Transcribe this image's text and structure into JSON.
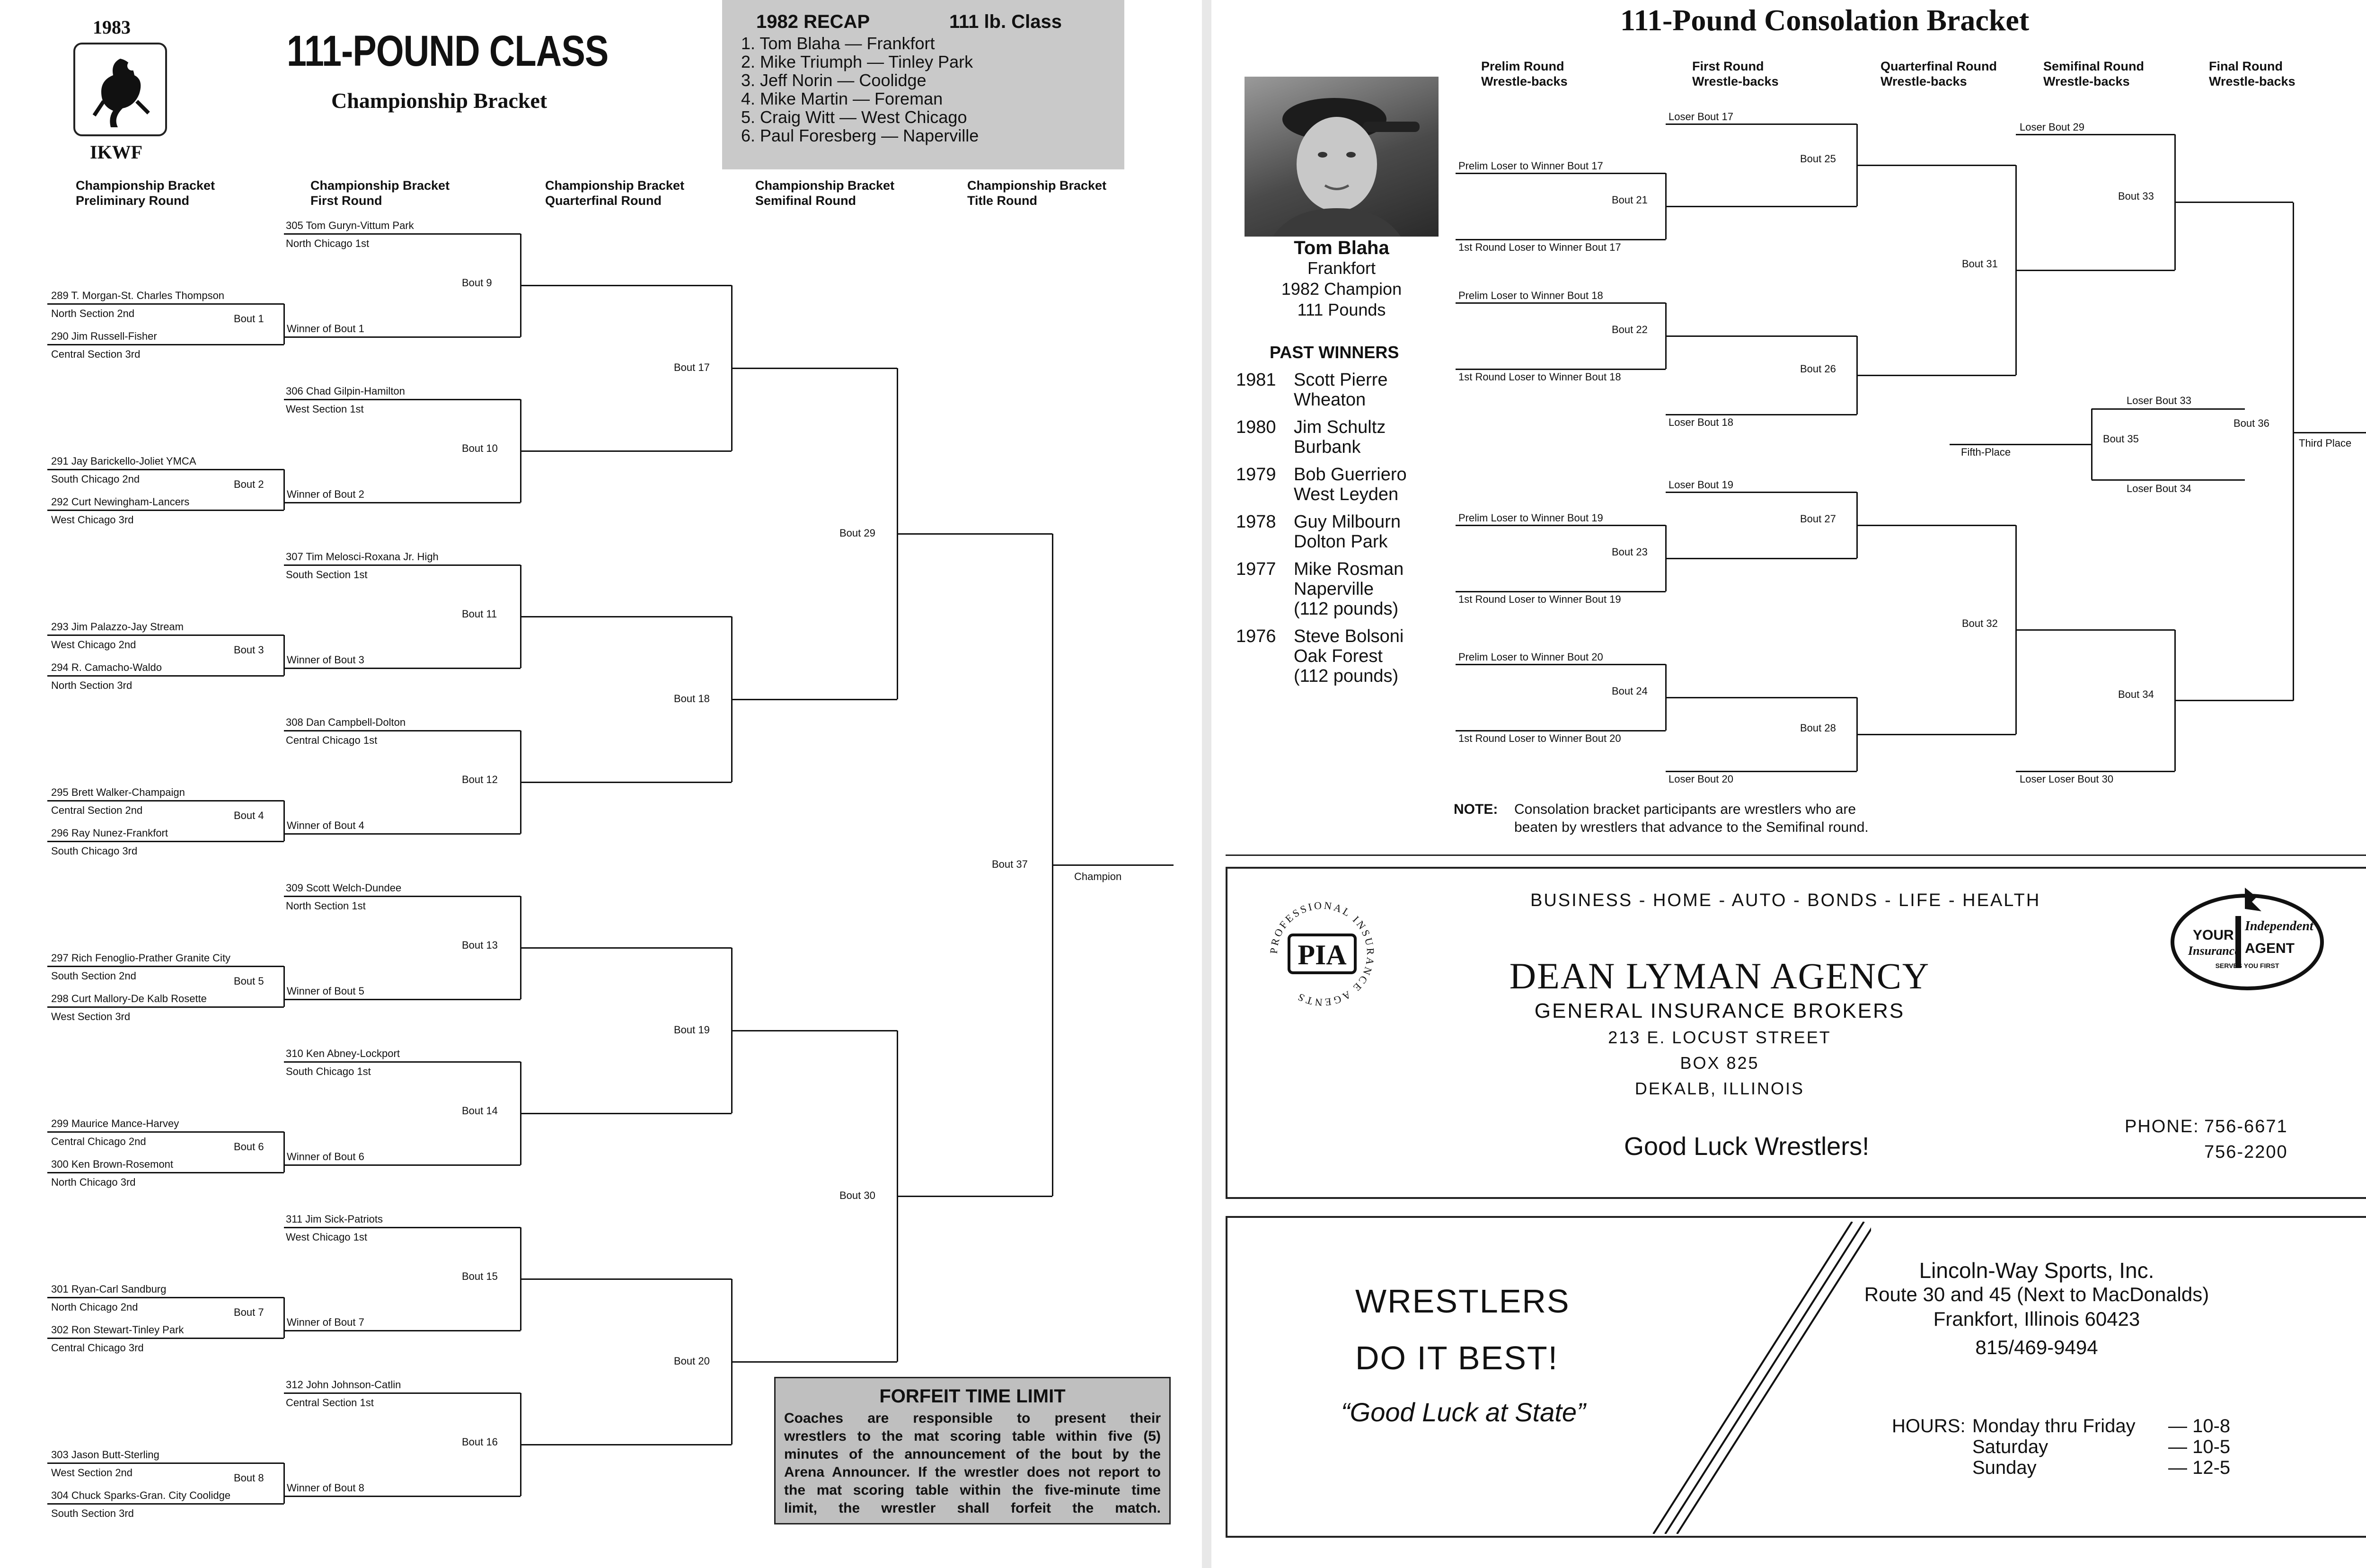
{
  "left": {
    "year": "1983",
    "org": "IKWF",
    "title": "111-POUND CLASS",
    "subtitle": "Championship Bracket",
    "recap": {
      "header_left": "1982 RECAP",
      "header_right": "111 lb. Class",
      "entries": [
        "1.  Tom Blaha — Frankfort",
        "2.  Mike Triumph — Tinley Park",
        "3.  Jeff Norin — Coolidge",
        "4.  Mike Martin — Foreman",
        "5.  Craig Witt — West Chicago",
        "6.  Paul Foresberg — Naperville"
      ]
    },
    "round_headers": [
      "Championship Bracket\nPreliminary Round",
      "Championship Bracket\nFirst Round",
      "Championship Bracket\nQuarterfinal Round",
      "Championship Bracket\nSemifinal Round",
      "Championship Bracket\nTitle Round"
    ],
    "groups": [
      {
        "top_name": "305 Tom Guryn-Vittum Park",
        "top_sec": "North Chicago 1st",
        "bout": "Bout  9",
        "p1_name": "289 T. Morgan-St. Charles Thompson",
        "p1_sec": "North Section 2nd",
        "p2_name": "290 Jim Russell-Fisher",
        "p2_sec": "Central Section 3rd",
        "prelim": "Bout 1",
        "winner": "Winner of Bout 1"
      },
      {
        "top_name": "306 Chad Gilpin-Hamilton",
        "top_sec": "West Section 1st",
        "bout": "Bout 10",
        "p1_name": "291 Jay Barickello-Joliet YMCA",
        "p1_sec": "South Chicago 2nd",
        "p2_name": "292 Curt Newingham-Lancers",
        "p2_sec": "West Chicago 3rd",
        "prelim": "Bout 2",
        "winner": "Winner of Bout 2"
      },
      {
        "top_name": "307 Tim Melosci-Roxana Jr. High",
        "top_sec": "South Section 1st",
        "bout": "Bout 11",
        "p1_name": "293 Jim Palazzo-Jay Stream",
        "p1_sec": "West Chicago 2nd",
        "p2_name": "294 R. Camacho-Waldo",
        "p2_sec": "North Section 3rd",
        "prelim": "Bout 3",
        "winner": "Winner of Bout 3"
      },
      {
        "top_name": "308 Dan Campbell-Dolton",
        "top_sec": "Central Chicago 1st",
        "bout": "Bout 12",
        "p1_name": "295 Brett Walker-Champaign",
        "p1_sec": "Central Section 2nd",
        "p2_name": "296 Ray Nunez-Frankfort",
        "p2_sec": "South Chicago 3rd",
        "prelim": "Bout 4",
        "winner": "Winner of Bout 4"
      },
      {
        "top_name": "309 Scott Welch-Dundee",
        "top_sec": "North Section 1st",
        "bout": "Bout 13",
        "p1_name": "297 Rich Fenoglio-Prather Granite City",
        "p1_sec": "South Section 2nd",
        "p2_name": "298 Curt Mallory-De Kalb Rosette",
        "p2_sec": "West Section 3rd",
        "prelim": "Bout 5",
        "winner": "Winner of Bout 5"
      },
      {
        "top_name": "310 Ken Abney-Lockport",
        "top_sec": "South Chicago 1st",
        "bout": "Bout 14",
        "p1_name": "299 Maurice Mance-Harvey",
        "p1_sec": "Central Chicago 2nd",
        "p2_name": "300 Ken Brown-Rosemont",
        "p2_sec": "North Chicago 3rd",
        "prelim": "Bout 6",
        "winner": "Winner of Bout 6"
      },
      {
        "top_name": "311 Jim Sick-Patriots",
        "top_sec": "West Chicago 1st",
        "bout": "Bout 15",
        "p1_name": "301 Ryan-Carl Sandburg",
        "p1_sec": "North Chicago 2nd",
        "p2_name": "302 Ron Stewart-Tinley Park",
        "p2_sec": "Central Chicago 3rd",
        "prelim": "Bout 7",
        "winner": "Winner of Bout 7"
      },
      {
        "top_name": "312 John Johnson-Catlin",
        "top_sec": "Central Section 1st",
        "bout": "Bout 16",
        "p1_name": "303 Jason Butt-Sterling",
        "p1_sec": "West Section 2nd",
        "p2_name": "304 Chuck Sparks-Gran. City Coolidge",
        "p2_sec": "South Section 3rd",
        "prelim": "Bout 8",
        "winner": "Winner of Bout 8"
      }
    ],
    "qf_bouts": [
      "Bout 17",
      "Bout 18",
      "Bout 19",
      "Bout 20"
    ],
    "sf_bouts": [
      "Bout 29",
      "Bout 30"
    ],
    "final_bout": "Bout 37",
    "champion": "Champion",
    "forfeit": {
      "title": "FORFEIT TIME LIMIT",
      "lines": [
        "Coaches are responsible to present their",
        "wrestlers to the mat scoring table within five (5)",
        "minutes of the announcement of the bout by the",
        "Arena Announcer. If the wrestler does not report to",
        "the mat scoring table within the five-minute time",
        "limit, the wrestler shall forfeit the match."
      ]
    }
  },
  "right": {
    "title": "111-Pound Consolation Bracket",
    "round_headers": [
      "Prelim Round\nWrestle-backs",
      "First Round\nWrestle-backs",
      "Quarterfinal Round\nWrestle-backs",
      "Semifinal Round\nWrestle-backs",
      "Final Round\nWrestle-backs"
    ],
    "prelim_groups": [
      {
        "a": "Prelim Loser to Winner Bout 17",
        "bout": "Bout 21",
        "b": "1st Round Loser to Winner Bout 17"
      },
      {
        "a": "Prelim Loser to Winner Bout 18",
        "bout": "Bout 22",
        "b": "1st Round Loser to Winner Bout 18"
      },
      {
        "a": "Prelim Loser to Winner Bout 19",
        "bout": "Bout 23",
        "b": "1st Round Loser to Winner Bout 19"
      },
      {
        "a": "Prelim Loser to Winner Bout 20",
        "bout": "Bout 24",
        "b": "1st Round Loser to Winner Bout 20"
      }
    ],
    "first_round": [
      {
        "loser": "Loser Bout 17",
        "bout": "Bout 25"
      },
      {
        "loser": "Loser Bout 18",
        "bout": "Bout 26"
      },
      {
        "loser": "Loser Bout 19",
        "bout": "Bout 27"
      },
      {
        "loser": "Loser Bout 20",
        "bout": "Bout 28"
      }
    ],
    "qf_bouts": [
      "Bout 31",
      "Bout 32"
    ],
    "semi": [
      {
        "loser": "Loser Bout 29",
        "bout": "Bout 33"
      },
      {
        "loser": "Loser Loser Bout 30",
        "bout": "Bout 34"
      }
    ],
    "fifth": {
      "a": "Loser Bout 33",
      "bout": "Bout 35",
      "b": "Loser Bout 34",
      "label": "Fifth-Place"
    },
    "final_bout": "Bout 36",
    "third_place": "Third Place",
    "note_label": "NOTE:",
    "note_line1": "Consolation bracket participants are wrestlers who are",
    "note_line2": "beaten by wrestlers that advance to the Semifinal round.",
    "photo_caption": {
      "name": "Tom Blaha",
      "town": "Frankfort",
      "title": "1982 Champion",
      "weight": "111 Pounds"
    },
    "past_winners_title": "PAST WINNERS",
    "past_winners": [
      {
        "year": "1981",
        "lines": [
          "Scott Pierre",
          "Wheaton"
        ]
      },
      {
        "year": "1980",
        "lines": [
          "Jim Schultz",
          "Burbank"
        ]
      },
      {
        "year": "1979",
        "lines": [
          "Bob Guerriero",
          "West Leyden"
        ]
      },
      {
        "year": "1978",
        "lines": [
          "Guy Milbourn",
          "Dolton Park"
        ]
      },
      {
        "year": "1977",
        "lines": [
          "Mike Rosman",
          "Naperville",
          "(112 pounds)"
        ]
      },
      {
        "year": "1976",
        "lines": [
          "Steve Bolsoni",
          "Oak Forest",
          "(112 pounds)"
        ]
      }
    ],
    "ad1": {
      "services": "BUSINESS - HOME - AUTO - BONDS - LIFE - HEALTH",
      "pia": "PIA",
      "pia_ring": "PROFESSIONAL INSURANCE AGENTS",
      "name": "DEAN LYMAN AGENCY",
      "sub": "GENERAL INSURANCE BROKERS",
      "addr1": "213 E. LOCUST STREET",
      "addr2": "BOX 825",
      "addr3": "DEKALB, ILLINOIS",
      "good_luck": "Good Luck  Wrestlers!",
      "phone_label": "PHONE:",
      "phone1": "756-6671",
      "phone2": "756-2200",
      "badge_your": "YOUR",
      "badge_independent": "Independent",
      "badge_insurance": "Insurance",
      "badge_agent": "AGENT",
      "badge_serves": "SERVES YOU FIRST"
    },
    "ad2": {
      "line1": "WRESTLERS",
      "line2": "DO IT BEST!",
      "line3": "“Good Luck at State”",
      "company": "Lincoln-Way Sports, Inc.",
      "addr1": "Route 30 and 45 (Next to MacDonalds)",
      "addr2": "Frankfort, Illinois 60423",
      "phone": "815/469-9494",
      "hours_label": "HOURS:",
      "hours": [
        {
          "day": "Monday thru Friday",
          "time": "— 10-8"
        },
        {
          "day": "Saturday",
          "time": "— 10-5"
        },
        {
          "day": "Sunday",
          "time": "— 12-5"
        }
      ]
    }
  }
}
